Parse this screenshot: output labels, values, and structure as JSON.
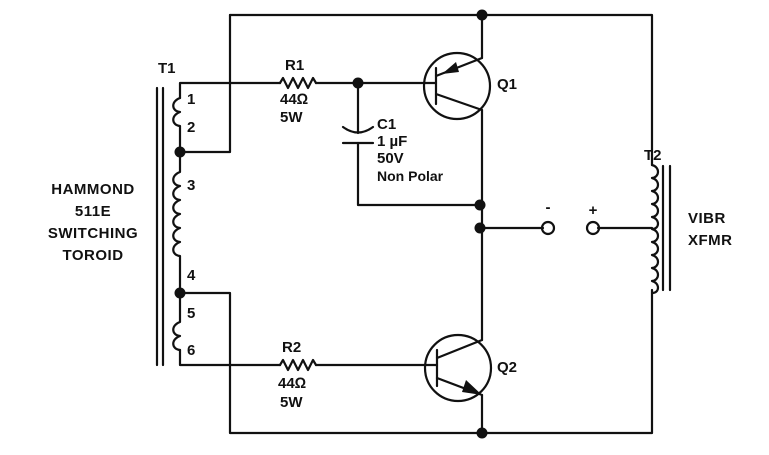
{
  "t1": {
    "ref": "T1",
    "desc": [
      "HAMMOND",
      "511E",
      "SWITCHING",
      "TOROID"
    ],
    "pins": [
      "1",
      "2",
      "3",
      "4",
      "5",
      "6"
    ]
  },
  "r1": {
    "ref": "R1",
    "value": "44Ω",
    "power": "5W"
  },
  "r2": {
    "ref": "R2",
    "value": "44Ω",
    "power": "5W"
  },
  "c1": {
    "ref": "C1",
    "value": "1 µF",
    "voltage": "50V",
    "type": "Non Polar"
  },
  "q1": {
    "ref": "Q1"
  },
  "q2": {
    "ref": "Q2"
  },
  "terminals": {
    "minus": "-",
    "plus": "+"
  },
  "t2": {
    "ref": "T2",
    "desc": [
      "VIBR",
      "XFMR"
    ]
  }
}
